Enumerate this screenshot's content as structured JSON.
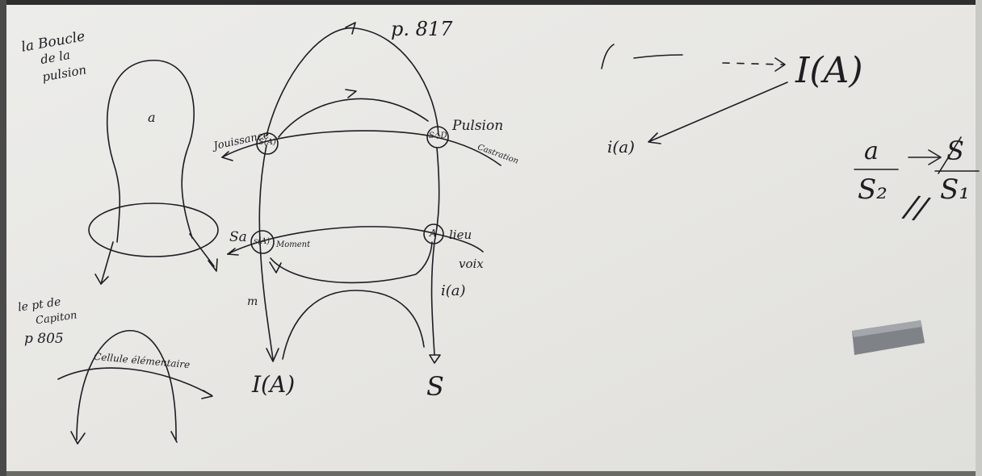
{
  "whiteboard": {
    "left_diagram": {
      "title_lines": [
        "la Boucle",
        "de la",
        "pulsion"
      ],
      "center_label": "a"
    },
    "capiton_diagram": {
      "title_lines": [
        "le pt de",
        "Capiton"
      ],
      "page_ref": "p 805",
      "arc_label": "Cellule élémentaire"
    },
    "graph": {
      "page_ref": "p. 817",
      "upper_left_label": "Jouissance",
      "upper_left_node": "S(A)",
      "upper_right_node": "S◇D",
      "upper_right_label": "Pulsion",
      "upper_right_sub": "Castration",
      "lower_left_label": "Sa",
      "lower_left_node": "s(A)",
      "lower_left_sub": "Moment",
      "lower_right_node": "A",
      "lower_right_label": "lieu",
      "lower_right_sub": "voix",
      "left_stem_label": "m",
      "right_stem_label": "i(a)",
      "bottom_left": "I(A)",
      "bottom_right": "S"
    },
    "right_section": {
      "ideal_label": "I(A)",
      "image_label": "i(a)",
      "fraction_left_num": "a",
      "fraction_left_den": "S₂",
      "fraction_right_num": "S",
      "fraction_right_den": "S₁",
      "separator": "//"
    }
  }
}
